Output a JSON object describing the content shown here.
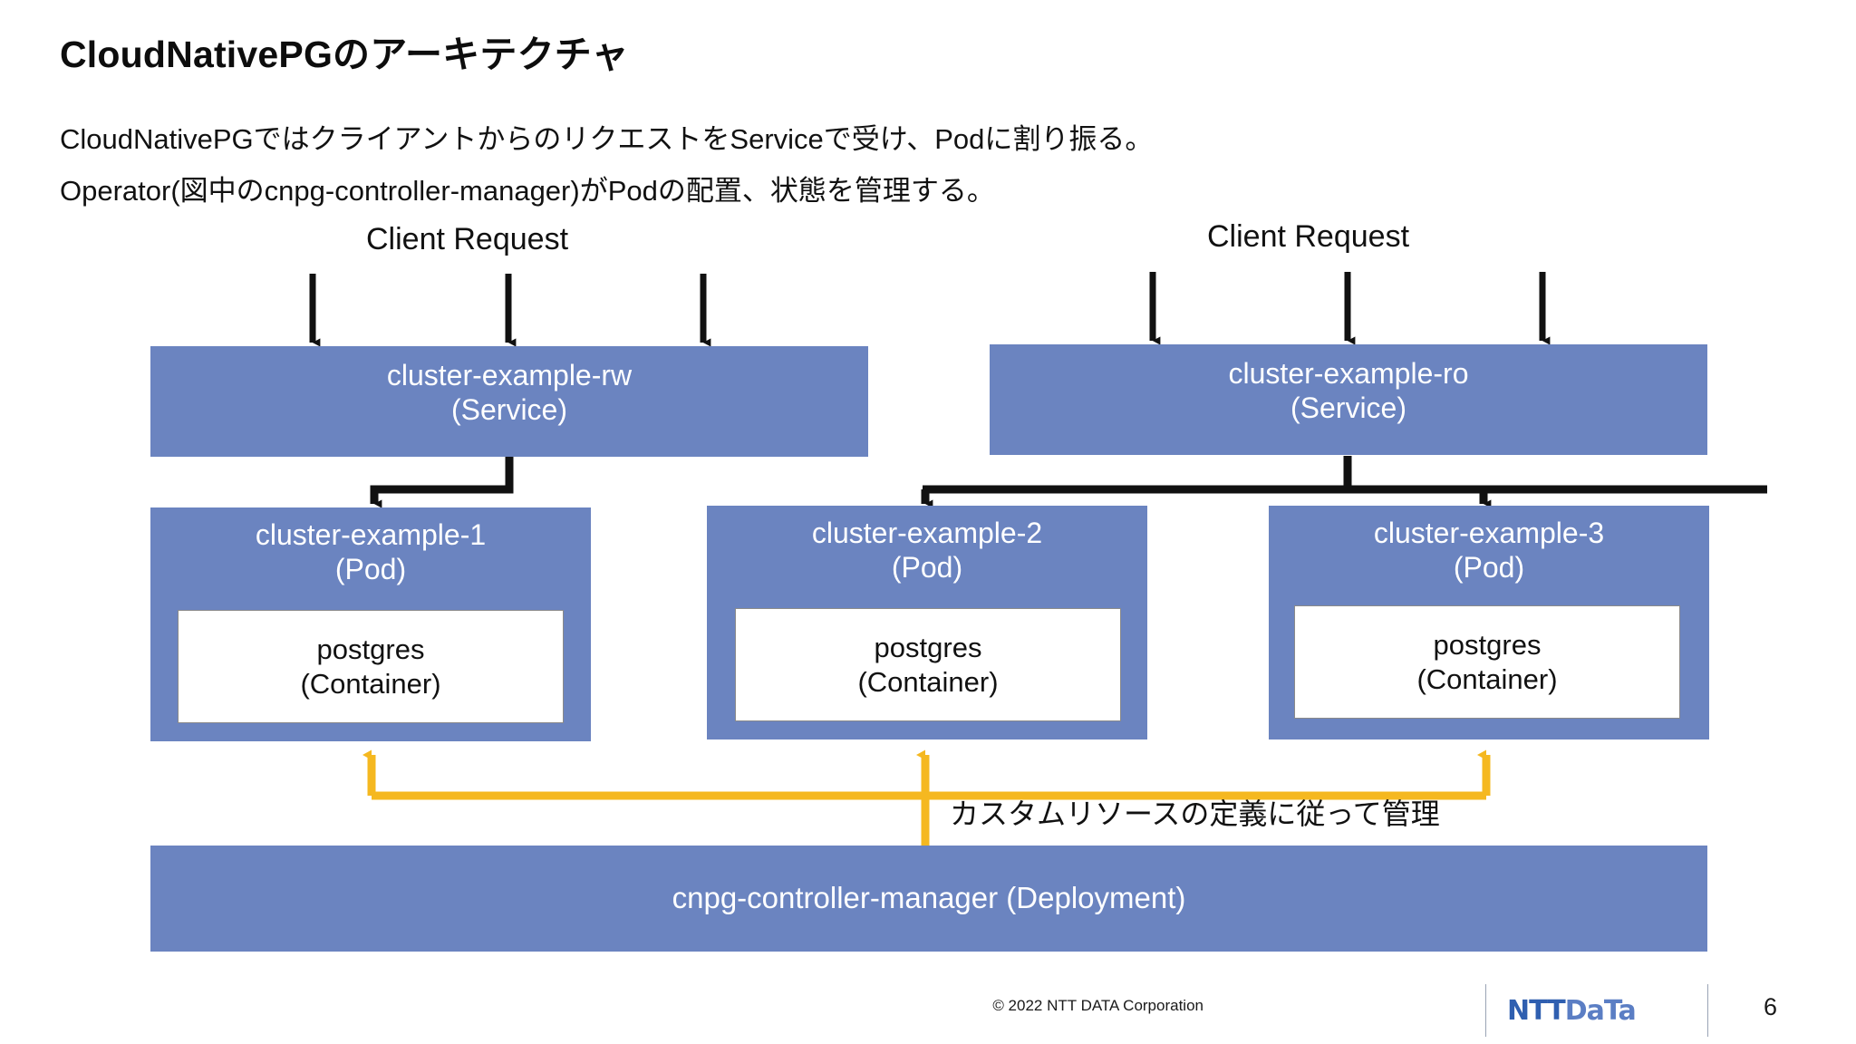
{
  "slide": {
    "title": "CloudNativePGのアーキテクチャ",
    "lead_line1": "CloudNativePGではクライアントからのリクエストをServiceで受け、Podに割り振る。",
    "lead_line2": "Operator(図中のcnpg-controller-manager)がPodの配置、状態を管理する。"
  },
  "colors": {
    "box_blue": "#6b84c0",
    "arrow_black": "#111111",
    "arrow_yellow": "#f5b820",
    "container_white": "#ffffff",
    "logo_blue": "#5b7ec4"
  },
  "diagram": {
    "client_request_left": "Client Request",
    "client_request_right": "Client Request",
    "services": [
      {
        "name": "cluster-example-rw",
        "kind": "(Service)"
      },
      {
        "name": "cluster-example-ro",
        "kind": "(Service)"
      }
    ],
    "pods": [
      {
        "name": "cluster-example-1",
        "kind": "(Pod)",
        "container_name": "postgres",
        "container_kind": "(Container)"
      },
      {
        "name": "cluster-example-2",
        "kind": "(Pod)",
        "container_name": "postgres",
        "container_kind": "(Container)"
      },
      {
        "name": "cluster-example-3",
        "kind": "(Pod)",
        "container_name": "postgres",
        "container_kind": "(Container)"
      }
    ],
    "annotation": "カスタムリソースの定義に従って管理",
    "deployment": "cnpg-controller-manager (Deployment)"
  },
  "footer": {
    "copyright": "© 2022 NTT DATA Corporation",
    "logo_part1": "NTT",
    "logo_part2": "DaTa",
    "page_number": "6"
  }
}
